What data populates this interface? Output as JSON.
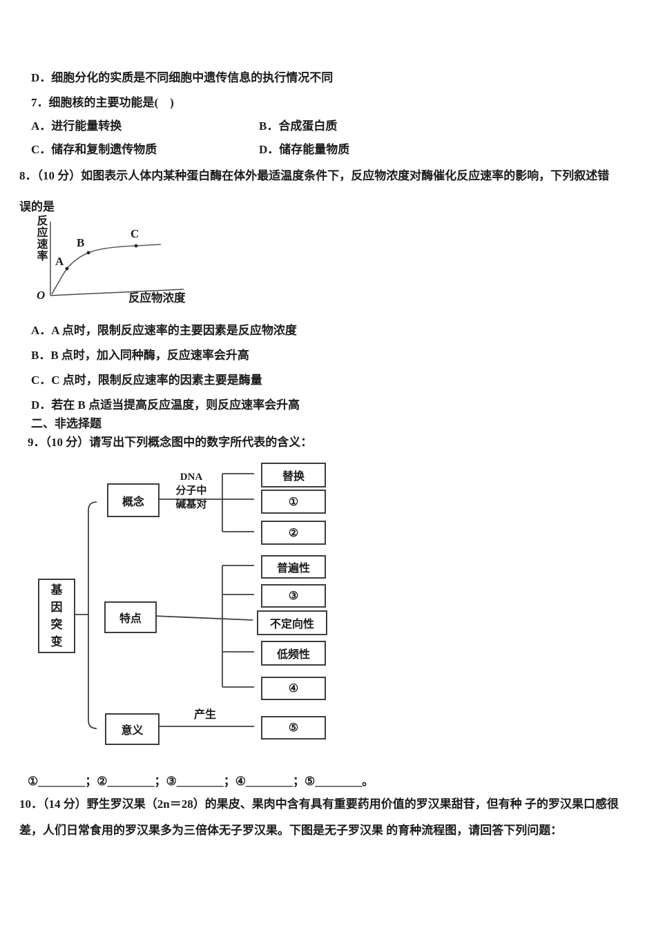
{
  "page": {
    "background": "#ffffff",
    "text_color": "#1b1b1b"
  },
  "prev_question": {
    "option_d": "D．细胞分化的实质是不同细胞中遗传信息的执行情况不同"
  },
  "q7": {
    "stem": "7．细胞核的主要功能是(　)",
    "option_a": "A．进行能量转换",
    "option_b": "B．合成蛋白质",
    "option_c": "C．储存和复制遗传物质",
    "option_d": "D．储存能量物质"
  },
  "q8": {
    "stem_line1": "8．（10 分）如图表示人体内某种蛋白酶在体外最适温度条件下，反应物浓度对酶催化反应速率的影响，下列叙述错",
    "stem_line2": "误的是",
    "option_a": "A．A 点时，限制反应速率的主要因素是反应物浓度",
    "option_b": "B．B 点时，加入同种酶，反应速率会升高",
    "option_c": "C．C 点时，限制反应速率的因素主要是酶量",
    "option_d": "D．若在 B 点适当提高反应温度，则反应速率会升高"
  },
  "chart_data": {
    "type": "line",
    "title": "",
    "xlabel": "反应物浓度",
    "ylabel": "反应速率",
    "origin_label": "O",
    "axes_numeric": false,
    "shape": "curve rises steeply from origin then plateaus (enzyme saturation curve)",
    "marked_points": [
      {
        "label": "A",
        "x_rel": 0.12,
        "y_rel": 0.55
      },
      {
        "label": "B",
        "x_rel": 0.28,
        "y_rel": 0.87
      },
      {
        "label": "C",
        "x_rel": 0.64,
        "y_rel": 1.0
      }
    ]
  },
  "section2_title": "二、非选择题",
  "q9": {
    "stem": "9．（10 分）请写出下列概念图中的数字所代表的含义：",
    "diagram": {
      "root": "基因突变",
      "node_concept": "概念",
      "node_feature": "特点",
      "node_meaning": "意义",
      "concept_arrow_label_line1": "DNA",
      "concept_arrow_label_line2": "分子中",
      "concept_arrow_label_line3": "碱基对",
      "meaning_arrow_label": "产生",
      "concept_items": [
        "替换",
        "①",
        "②"
      ],
      "feature_items": [
        "普遍性",
        "③",
        "不定向性",
        "低频性",
        "④"
      ],
      "meaning_items": [
        "⑤"
      ]
    },
    "answer_line": "①________；②________；③________；④________；⑤________。"
  },
  "q10": {
    "stem_line1": "10．（14 分）野生罗汉果（2n＝28）的果皮、果肉中含有具有重要药用价值的罗汉果甜苷，但有种 子的罗汉果口感很",
    "stem_line2": "差，人们日常食用的罗汉果多为三倍体无子罗汉果。下图是无子罗汉果 的育种流程图，请回答下列问题："
  }
}
